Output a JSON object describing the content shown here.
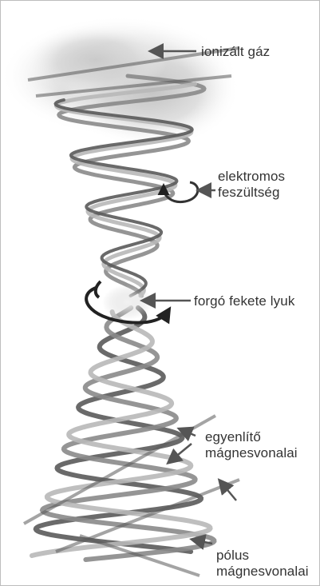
{
  "labels": {
    "ionized_gas": "ionizált gáz",
    "voltage_line1": "elektromos",
    "voltage_line2": "feszültség",
    "black_hole": "forgó fekete lyuk",
    "equatorial_line1": "egyenlítő",
    "equatorial_line2": "mágnesvonalai",
    "polar_line1": "pólus",
    "polar_line2": "mágnesvonalai"
  },
  "colors": {
    "background": "#ffffff",
    "helix_dark": "#5a5a5a",
    "helix_mid": "#8a8a8a",
    "helix_light": "#b8b8b8",
    "cloud": "#cfcfcf",
    "rotation_arrow": "#222222",
    "label_text": "#333333"
  }
}
